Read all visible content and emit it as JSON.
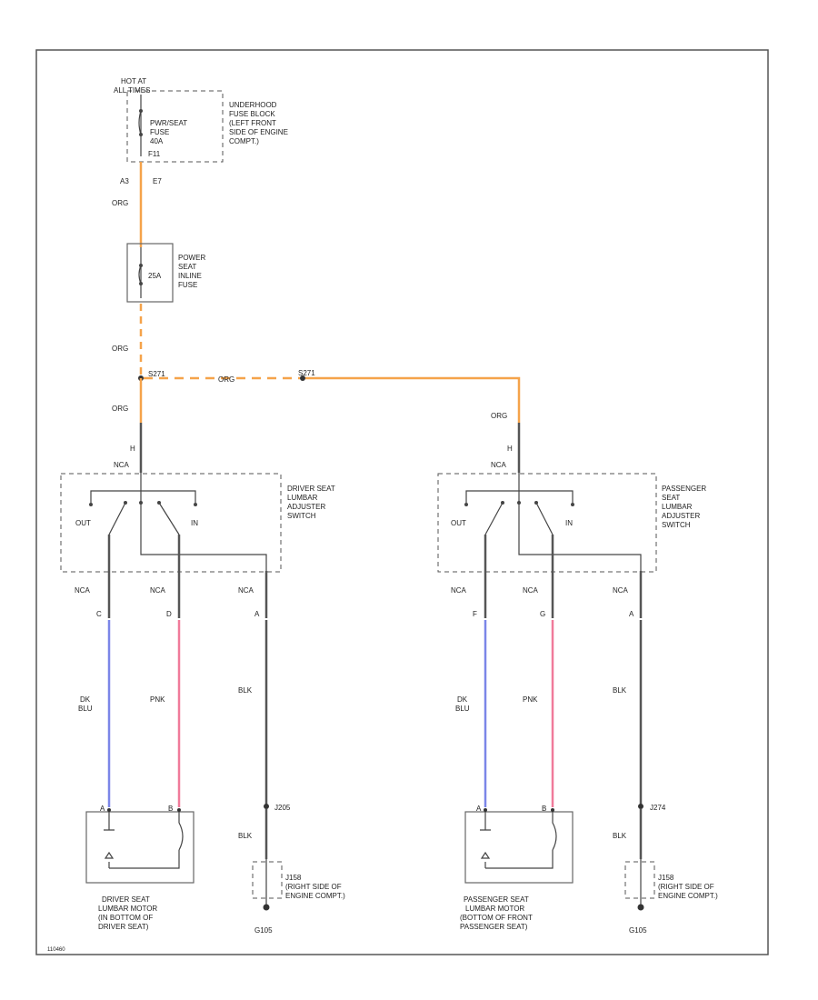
{
  "colors": {
    "orange": "#f5a34a",
    "blue": "#7b86e8",
    "pink": "#f07a9a",
    "black": "#444444",
    "gray": "#555555"
  },
  "fuse_block": {
    "hot": "HOT AT",
    "hot2": "ALL TIMES",
    "fuse_name": [
      "PWR/SEAT",
      "FUSE",
      "40A"
    ],
    "fuse_ref": "F11",
    "location": [
      "UNDERHOOD",
      "FUSE BLOCK",
      "(LEFT FRONT",
      "SIDE OF ENGINE",
      "COMPT.)"
    ],
    "pin_left": "A3",
    "pin_right": "E7"
  },
  "inline_fuse": {
    "ref": "25A",
    "label": [
      "POWER",
      "SEAT",
      "INLINE",
      "FUSE"
    ]
  },
  "wires": {
    "org1": "ORG",
    "org2": "ORG",
    "org3": "ORG",
    "org_mid": "ORG",
    "org_right": "ORG",
    "splice_left": "S271",
    "splice_right": "S271"
  },
  "driver_switch": {
    "pin": "H",
    "conn": "NCA",
    "out": "OUT",
    "in": "IN",
    "label": [
      "DRIVER SEAT",
      "LUMBAR",
      "ADJUSTER",
      "SWITCH"
    ]
  },
  "pass_switch": {
    "pin": "H",
    "conn": "NCA",
    "out": "OUT",
    "in": "IN",
    "label": [
      "PASSENGER",
      "SEAT",
      "LUMBAR",
      "ADJUSTER",
      "SWITCH"
    ]
  },
  "driver_wires": {
    "nca1": "NCA",
    "nca2": "NCA",
    "nca3": "NCA",
    "pin1": "C",
    "pin2": "D",
    "pin3": "A",
    "blue": [
      "DK",
      "BLU"
    ],
    "pink": "PNK",
    "blk": "BLK",
    "splice": "J205",
    "blk2": "BLK",
    "ground_ref": "J158",
    "ground_loc": [
      "(RIGHT SIDE OF",
      "ENGINE COMPT.)"
    ],
    "ground": "G105"
  },
  "pass_wires": {
    "nca1": "NCA",
    "nca2": "NCA",
    "nca3": "NCA",
    "pin1": "F",
    "pin2": "G",
    "pin3": "A",
    "blue": [
      "DK",
      "BLU"
    ],
    "pink": "PNK",
    "blk": "BLK",
    "splice": "J274",
    "blk2": "BLK",
    "ground_ref": "J158",
    "ground_loc": [
      "(RIGHT SIDE OF",
      "ENGINE COMPT.)"
    ],
    "ground": "G105"
  },
  "driver_motor": {
    "pin_a": "A",
    "pin_b": "B",
    "label": [
      "DRIVER SEAT",
      "LUMBAR MOTOR",
      "(IN BOTTOM OF",
      "DRIVER SEAT)"
    ]
  },
  "pass_motor": {
    "pin_a": "A",
    "pin_b": "B",
    "label": [
      "PASSENGER SEAT",
      "LUMBAR MOTOR",
      "(BOTTOM OF FRONT",
      "PASSENGER SEAT)"
    ]
  },
  "footer": {
    "code": "110460"
  }
}
